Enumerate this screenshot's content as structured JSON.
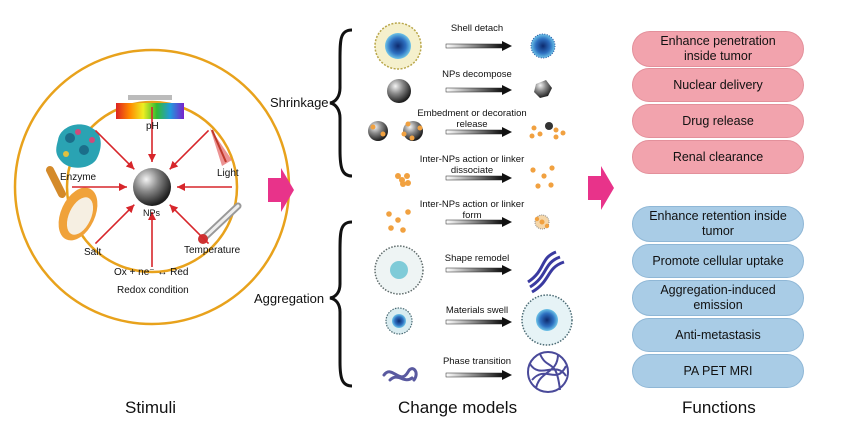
{
  "titles": {
    "stimuli": "Stimuli",
    "change_models": "Change models",
    "functions": "Functions"
  },
  "stimuli": {
    "ph": "pH",
    "light": "Light",
    "enzyme": "Enzyme",
    "salt": "Salt",
    "temperature": "Temperature",
    "nps": "NPs",
    "redox_eq": "Ox + ne⁻ ↔ Red",
    "redox": "Redox condition"
  },
  "groups": {
    "shrinkage": "Shrinkage",
    "aggregation": "Aggregation"
  },
  "change_models": [
    "Shell detach",
    "NPs decompose",
    "Embedment or decoration release",
    "Inter-NPs action or linker dissociate",
    "Inter-NPs action or linker form",
    "Shape remodel",
    "Materials swell",
    "Phase transition"
  ],
  "functions": {
    "shrinkage": [
      "Enhance penetration inside tumor",
      "Nuclear delivery",
      "Drug release",
      "Renal clearance"
    ],
    "aggregation": [
      "Enhance retention inside tumor",
      "Promote cellular uptake",
      "Aggregation-induced emission",
      "Anti-metastasis",
      "PA PET MRI"
    ]
  },
  "colors": {
    "ring": "#e8a21c",
    "arrow_red": "#d7262b",
    "pink_arrow": "#e8338a",
    "pill_red": "#f2a3ad",
    "pill_blue": "#a9cce6"
  }
}
